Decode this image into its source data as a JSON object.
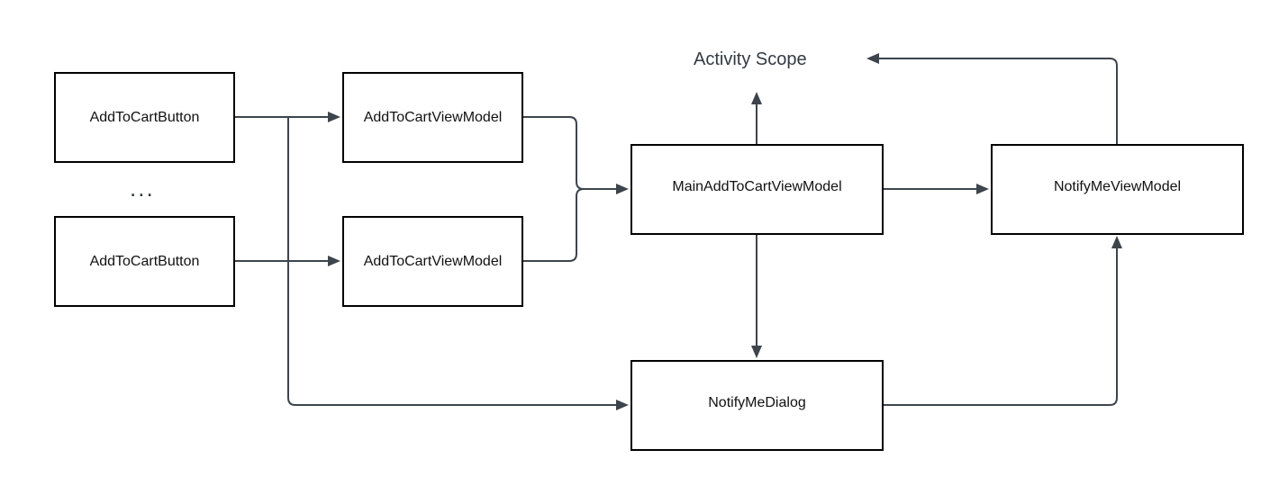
{
  "diagram": {
    "nodes": {
      "add_to_cart_button_1": "AddToCartButton",
      "add_to_cart_button_2": "AddToCartButton",
      "ellipsis": "...",
      "add_to_cart_view_model_1": "AddToCartViewModel",
      "add_to_cart_view_model_2": "AddToCartViewModel",
      "main_add_to_cart_view_model": "MainAddToCartViewModel",
      "notify_me_view_model": "NotifyMeViewModel",
      "notify_me_dialog": "NotifyMeDialog",
      "activity_scope": "Activity Scope"
    },
    "colors": {
      "box_border": "#000000",
      "edge": "#3d444c",
      "text": "#111111"
    }
  }
}
